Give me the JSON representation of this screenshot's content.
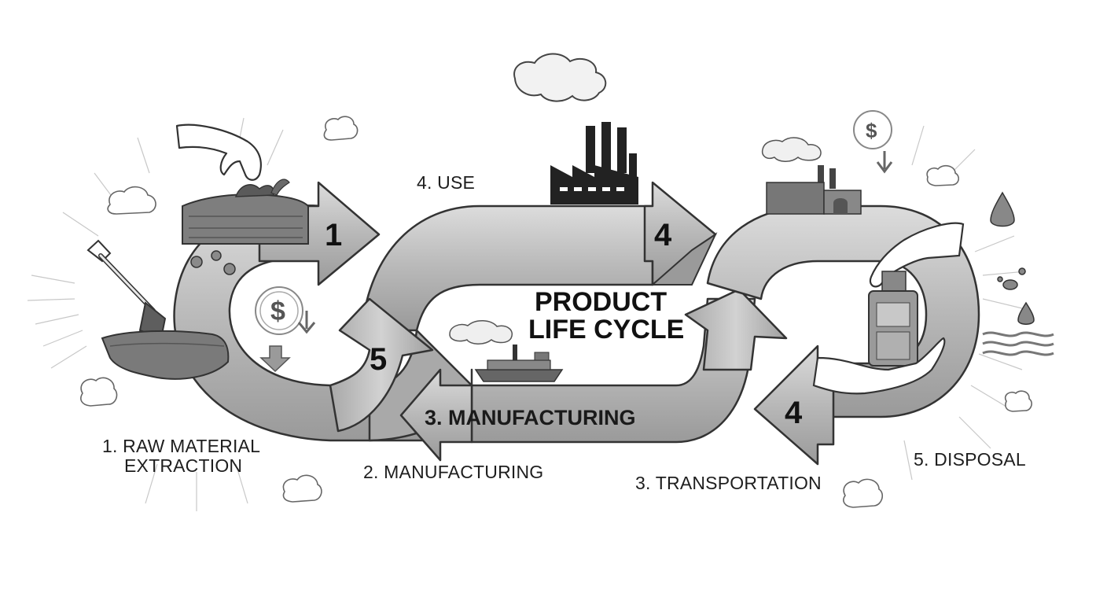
{
  "diagram": {
    "title_line1": "PRODUCT",
    "title_line2": "LIFE CYCLE",
    "labels": {
      "raw_line1": "1. RAW MATERIAL",
      "raw_line2": "EXTRACTION",
      "use": "4. USE",
      "manufacturing_center": "3. MANUFACTURING",
      "manufacturing_bottom": "2. MANUFACTURING",
      "transportation": "3. TRANSPORTATION",
      "disposal": "5. DISPOSAL"
    },
    "arrow_numbers": {
      "top_left": "1",
      "inner_left": "5",
      "top_right": "4",
      "lower_right": "4"
    },
    "dollar_symbol": "$",
    "colors": {
      "ribbon_light": "#d6d6d6",
      "ribbon_mid": "#b3b3b3",
      "ribbon_dark": "#8e8e8e",
      "outline": "#333333"
    }
  }
}
